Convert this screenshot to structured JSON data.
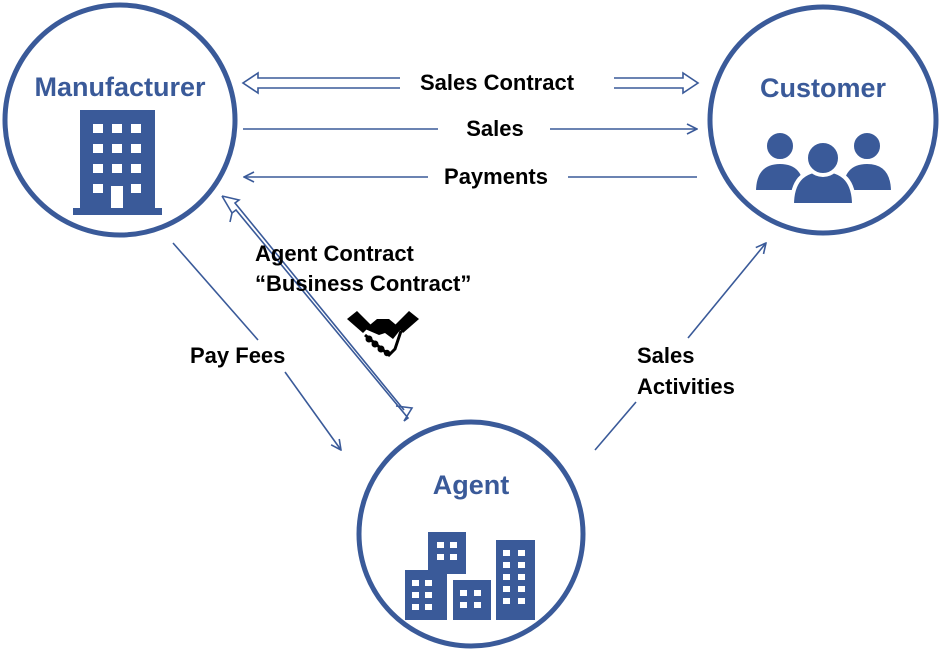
{
  "colors": {
    "primary": "#3a5a99",
    "text": "#000000",
    "background": "#ffffff"
  },
  "nodes": {
    "manufacturer": {
      "label": "Manufacturer",
      "icon": "office-building-icon"
    },
    "customer": {
      "label": "Customer",
      "icon": "people-group-icon"
    },
    "agent": {
      "label": "Agent",
      "icon": "city-buildings-icon"
    }
  },
  "edges": {
    "sales_contract": {
      "label": "Sales Contract",
      "from": "manufacturer",
      "to": "customer",
      "style": "double-line, bidirectional"
    },
    "sales": {
      "label": "Sales",
      "from": "manufacturer",
      "to": "customer"
    },
    "payments": {
      "label": "Payments",
      "from": "customer",
      "to": "manufacturer"
    },
    "agent_contract": {
      "label_line1": "Agent Contract",
      "label_line2": "“Business Contract”",
      "from": "manufacturer",
      "to": "agent",
      "style": "double-line, bidirectional",
      "icon": "handshake-icon"
    },
    "pay_fees": {
      "label": "Pay Fees",
      "from": "manufacturer",
      "to": "agent"
    },
    "sales_activities": {
      "label_line1": "Sales",
      "label_line2": "Activities",
      "from": "agent",
      "to": "customer"
    }
  }
}
